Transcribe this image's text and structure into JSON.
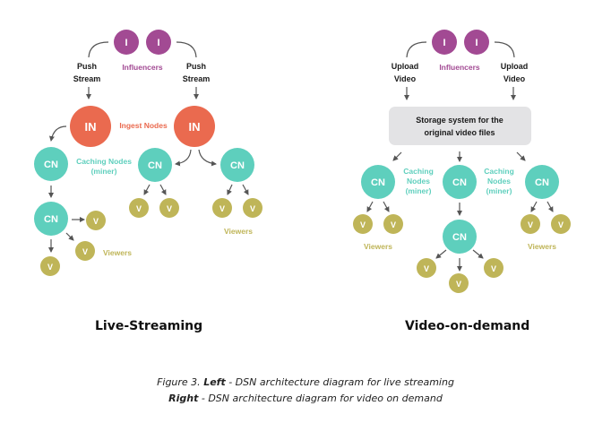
{
  "colors": {
    "influencer": "#a24a93",
    "ingest": "#ea6a4f",
    "caching": "#5ecfbd",
    "viewer": "#bfb558",
    "storage_bg": "#e3e3e5",
    "arrow": "#555555",
    "text_dark": "#1a1a1a"
  },
  "left": {
    "title": "Live-Streaming",
    "influencer_node_label": "I",
    "influencers_label": "Influencers",
    "push_stream_line1": "Push",
    "push_stream_line2": "Stream",
    "ingest_node_label": "IN",
    "ingest_nodes_label": "Ingest Nodes",
    "caching_node_label": "CN",
    "caching_nodes_line1": "Caching Nodes",
    "caching_nodes_line2": "(miner)",
    "viewer_node_label": "V",
    "viewers_label": "Viewers"
  },
  "right": {
    "title": "Video-on-demand",
    "influencer_node_label": "I",
    "influencers_label": "Influencers",
    "upload_video_line1": "Upload",
    "upload_video_line2": "Video",
    "storage_line1": "Storage system for the",
    "storage_line2": "original video files",
    "caching_node_label": "CN",
    "caching_nodes_line1": "Caching",
    "caching_nodes_line2": "Nodes",
    "caching_nodes_line3": "(miner)",
    "viewer_node_label": "V",
    "viewers_label": "Viewers"
  },
  "caption": {
    "line1_prefix": "Figure 3. ",
    "line1_bold": "Left",
    "line1_rest": " - DSN architecture diagram for live streaming",
    "line2_bold": "Right",
    "line2_rest": " - DSN architecture diagram for video on demand"
  }
}
